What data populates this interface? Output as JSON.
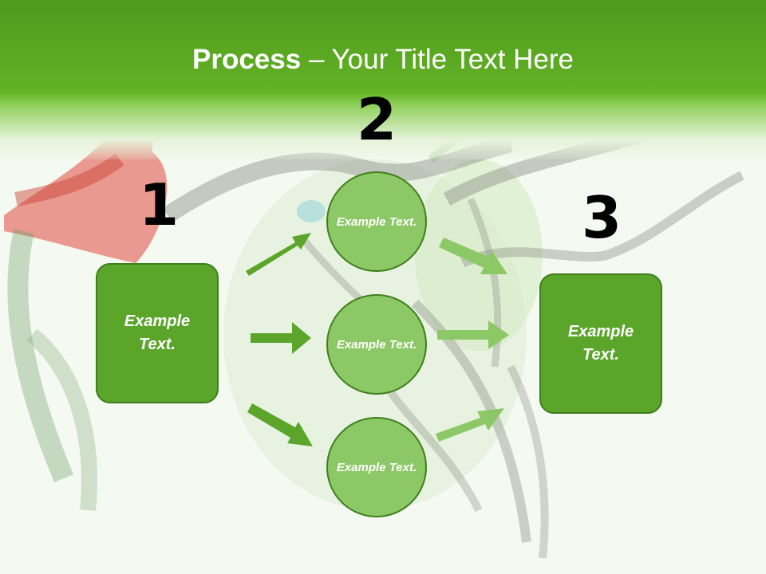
{
  "title": {
    "strong": "Process",
    "rest": " – Your Title Text Here"
  },
  "step_numbers": [
    "1",
    "2",
    "3"
  ],
  "nodes": {
    "left_box": "Example Text.",
    "circle_top": "Example Text.",
    "circle_middle": "Example Text.",
    "circle_bottom": "Example Text.",
    "right_box": "Example Text."
  },
  "colors": {
    "title_bar": "#62b225",
    "box_fill": "#5aa52a",
    "circle_fill": "#8cc866",
    "outline": "#3f7f1d",
    "arrow_dark": "#5aa52a",
    "arrow_light": "#8cc866"
  }
}
